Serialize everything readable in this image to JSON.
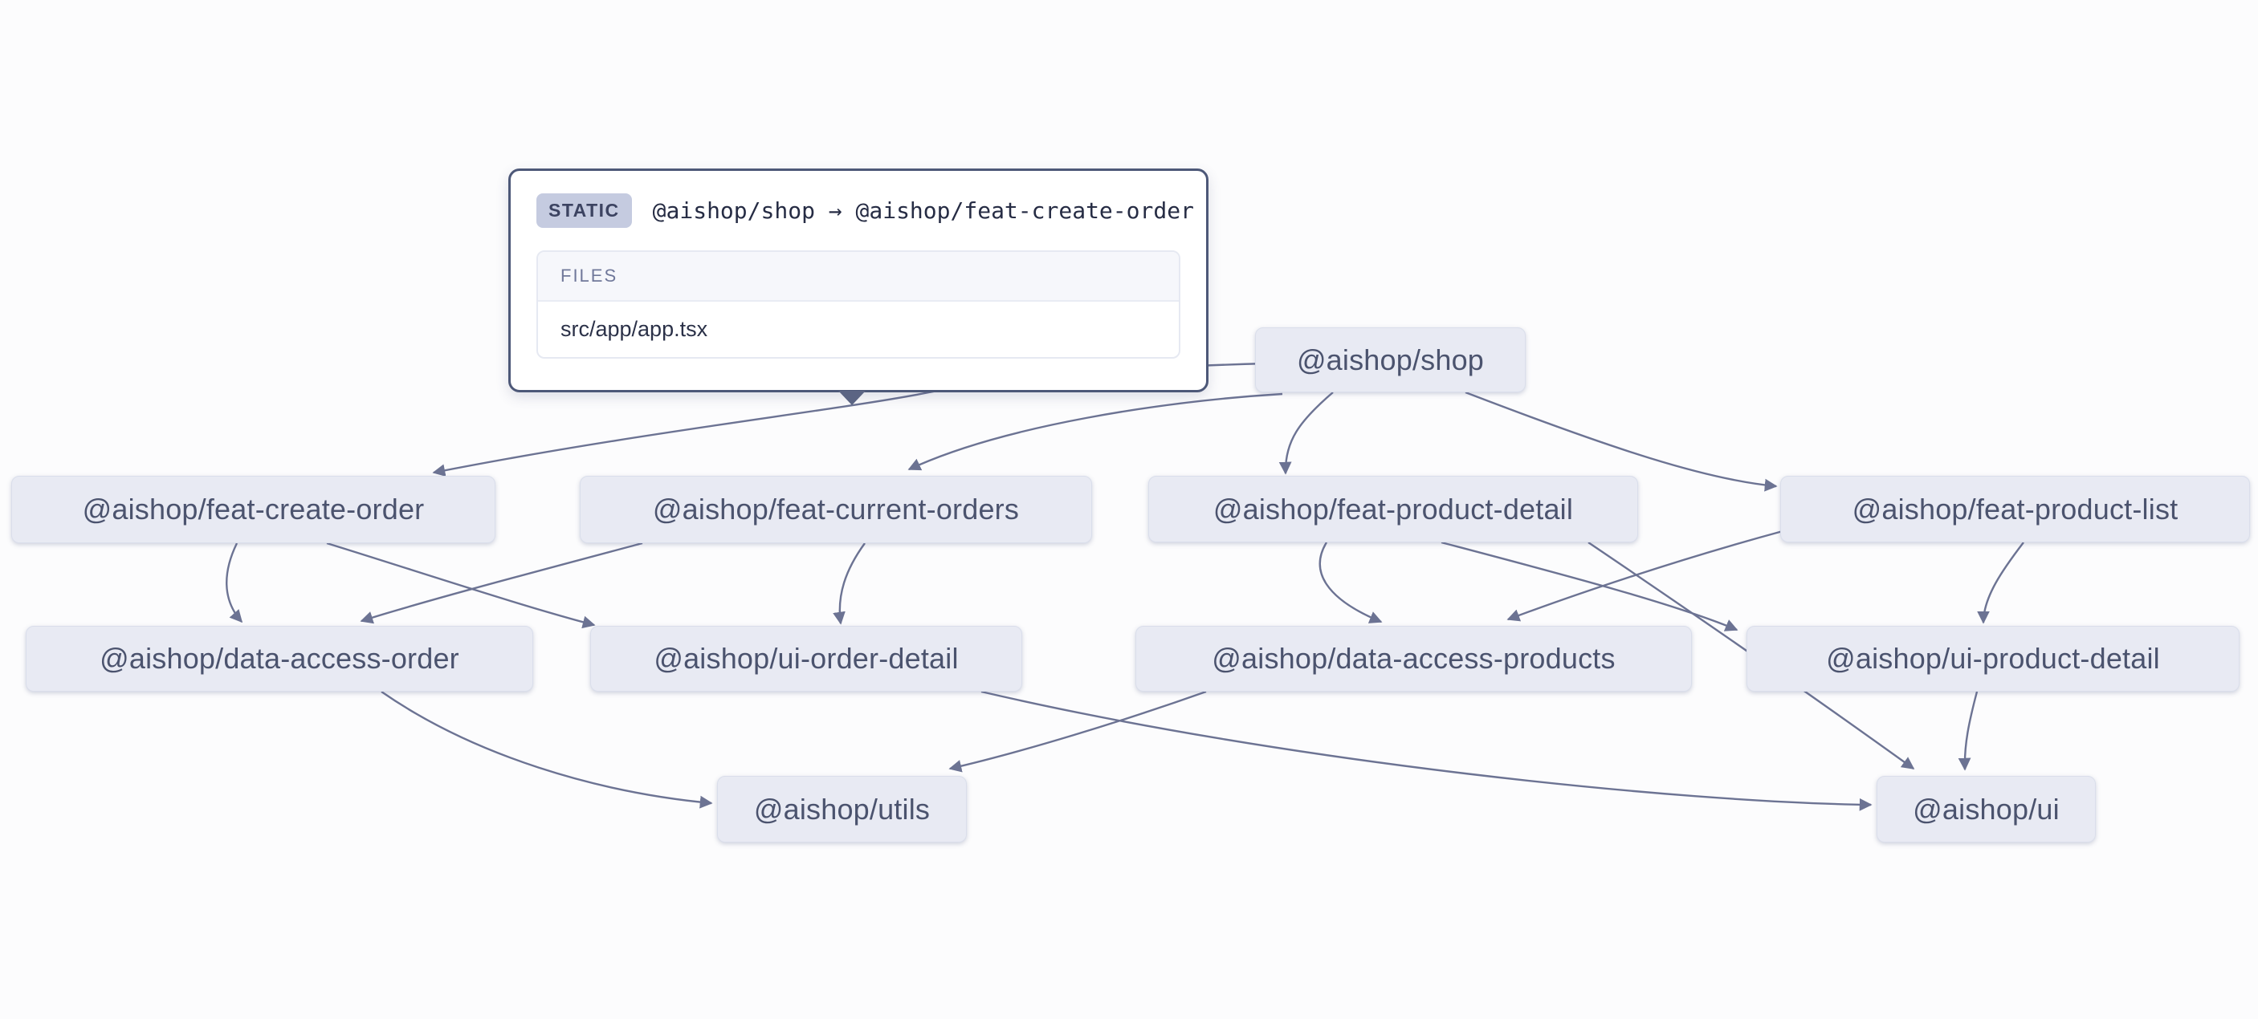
{
  "app": {
    "background": "#fcfcfd"
  },
  "colors": {
    "node_bg": "#e8eaf3",
    "node_text": "#4b536e",
    "edge": "#6c7393",
    "tooltip_border": "#4d5878",
    "badge_bg": "#c5cbe0",
    "badge_text": "#3c4361",
    "files_header_bg": "#f6f7fb"
  },
  "tooltip": {
    "badge": "STATIC",
    "relation": "@aishop/shop → @aishop/feat-create-order",
    "section_title": "FILES",
    "files": [
      "src/app/app.tsx"
    ]
  },
  "graph": {
    "nodes": [
      {
        "id": "shop",
        "label": "@aishop/shop"
      },
      {
        "id": "feat-create-order",
        "label": "@aishop/feat-create-order"
      },
      {
        "id": "feat-current-orders",
        "label": "@aishop/feat-current-orders"
      },
      {
        "id": "feat-product-detail",
        "label": "@aishop/feat-product-detail"
      },
      {
        "id": "feat-product-list",
        "label": "@aishop/feat-product-list"
      },
      {
        "id": "data-access-order",
        "label": "@aishop/data-access-order"
      },
      {
        "id": "ui-order-detail",
        "label": "@aishop/ui-order-detail"
      },
      {
        "id": "data-access-products",
        "label": "@aishop/data-access-products"
      },
      {
        "id": "ui-product-detail",
        "label": "@aishop/ui-product-detail"
      },
      {
        "id": "utils",
        "label": "@aishop/utils"
      },
      {
        "id": "ui",
        "label": "@aishop/ui"
      }
    ],
    "edges": [
      {
        "source": "shop",
        "target": "feat-create-order"
      },
      {
        "source": "shop",
        "target": "feat-current-orders"
      },
      {
        "source": "shop",
        "target": "feat-product-detail"
      },
      {
        "source": "shop",
        "target": "feat-product-list"
      },
      {
        "source": "feat-create-order",
        "target": "data-access-order"
      },
      {
        "source": "feat-create-order",
        "target": "ui-order-detail"
      },
      {
        "source": "feat-current-orders",
        "target": "data-access-order"
      },
      {
        "source": "feat-current-orders",
        "target": "ui-order-detail"
      },
      {
        "source": "feat-product-detail",
        "target": "data-access-products"
      },
      {
        "source": "feat-product-detail",
        "target": "ui-product-detail"
      },
      {
        "source": "feat-product-detail",
        "target": "ui"
      },
      {
        "source": "feat-product-list",
        "target": "data-access-products"
      },
      {
        "source": "feat-product-list",
        "target": "ui-product-detail"
      },
      {
        "source": "data-access-order",
        "target": "utils"
      },
      {
        "source": "data-access-products",
        "target": "utils"
      },
      {
        "source": "ui-order-detail",
        "target": "ui"
      },
      {
        "source": "ui-product-detail",
        "target": "ui"
      }
    ]
  }
}
